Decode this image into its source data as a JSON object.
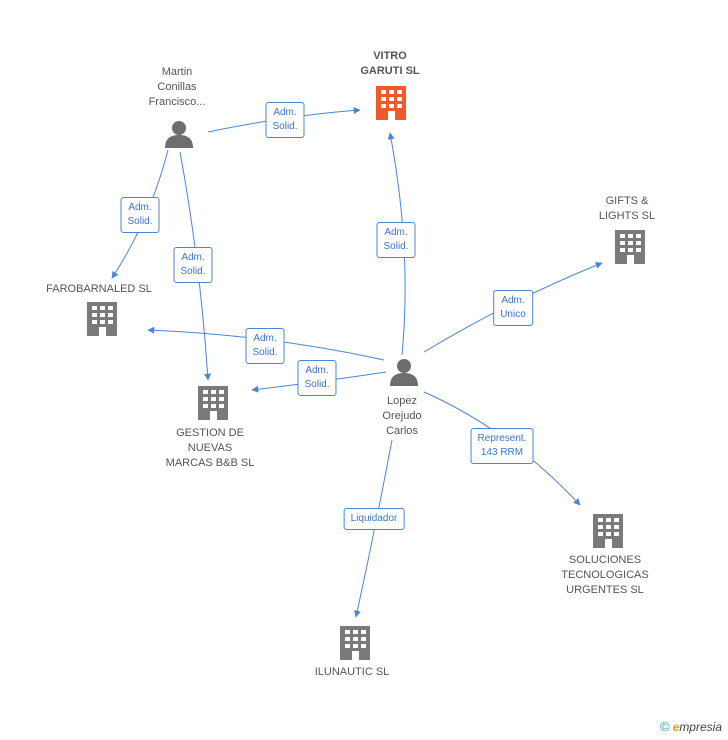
{
  "colors": {
    "edge": "#4a86d6",
    "building_main": "#ef5a2a",
    "building": "#7a7a7a",
    "person": "#6e6e6e"
  },
  "nodes": {
    "vitro": {
      "label": "VITRO\nGARUTI SL",
      "icon": "building-icon"
    },
    "martin": {
      "label": "Martin\nConillas\nFrancisco...",
      "icon": "person-icon"
    },
    "gifts": {
      "label": "GIFTS &\nLIGHTS SL",
      "icon": "building-icon"
    },
    "farobarnaled": {
      "label": "FAROBARNALED SL",
      "icon": "building-icon"
    },
    "gestion": {
      "label": "GESTION DE\nNUEVAS\nMARCAS B&B SL",
      "icon": "building-icon"
    },
    "lopez": {
      "label": "Lopez\nOrejudo\nCarlos",
      "icon": "person-icon"
    },
    "soluciones": {
      "label": "SOLUCIONES\nTECNOLOGICAS\nURGENTES SL",
      "icon": "building-icon"
    },
    "ilunautic": {
      "label": "ILUNAUTIC SL",
      "icon": "building-icon"
    }
  },
  "edges": {
    "martin_vitro": "Adm.\nSolid.",
    "martin_faro": "Adm.\nSolid.",
    "martin_gestion": "Adm.\nSolid.",
    "lopez_vitro": "Adm.\nSolid.",
    "lopez_gifts": "Adm.\nUnico",
    "lopez_faro": "Adm.\nSolid.",
    "lopez_gestion": "Adm.\nSolid.",
    "lopez_soluciones": "Represent.\n143 RRM",
    "lopez_ilunautic": "Liquidador"
  },
  "footer": {
    "copyright": "©",
    "brand_e": "e",
    "brand_rest": "mpresia"
  }
}
